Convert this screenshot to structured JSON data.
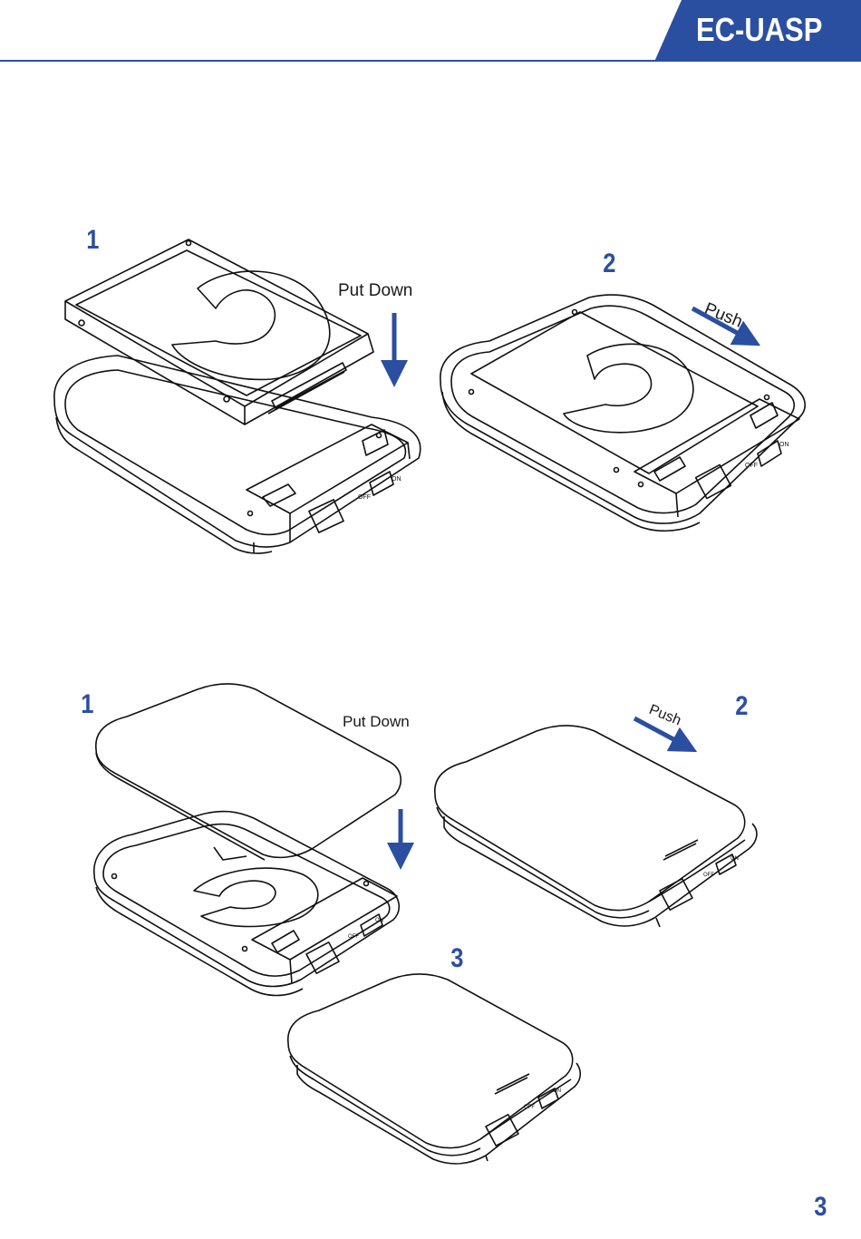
{
  "header": {
    "model": "EC-UASP",
    "accent_color": "#2b4fa0"
  },
  "section_top": {
    "step1_number": "1",
    "step1_caption": "Put Down",
    "step2_number": "2",
    "step2_caption": "Push"
  },
  "section_bottom": {
    "step1_number": "1",
    "step1_caption": "Put Down",
    "step2_number": "2",
    "step2_caption": "Push",
    "step3_number": "3"
  },
  "switch_labels": {
    "off": "OFF",
    "on": "ON"
  },
  "footer": {
    "page_number": "3"
  }
}
